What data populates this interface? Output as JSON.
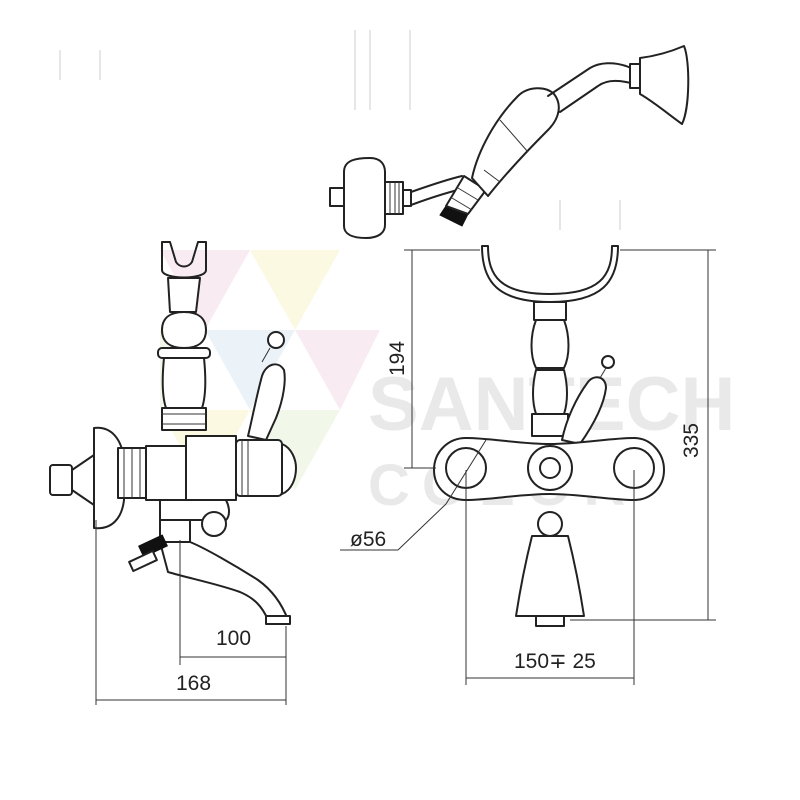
{
  "watermark": {
    "line1": "SANTECH",
    "line2": "COLOR",
    "colors": [
      "#f6e7ef",
      "#eef6e4",
      "#fbf7dc",
      "#e6f0f8"
    ]
  },
  "dimensions": {
    "spout_reach": "100",
    "total_depth": "168",
    "pipe_diameter": "ø56",
    "holder_height": "194",
    "total_height": "335",
    "center_distance": "150∓ 25"
  },
  "colors": {
    "line": "#222222",
    "watermark_text": "#e9e9e9"
  }
}
